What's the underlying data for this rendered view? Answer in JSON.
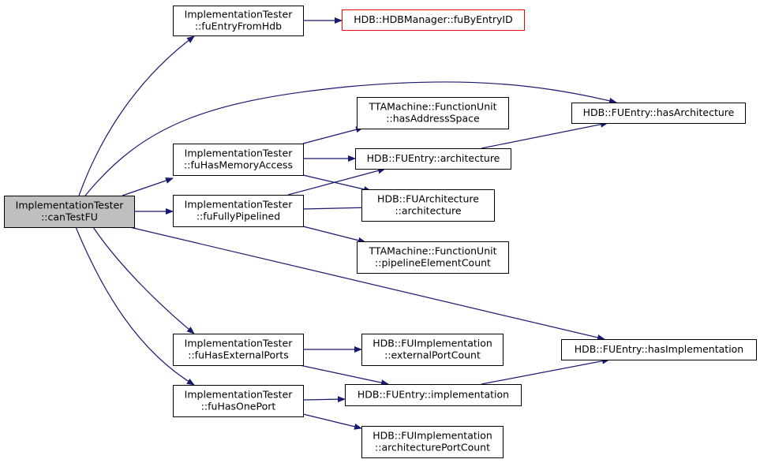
{
  "colors": {
    "edge": "#191970",
    "node_border": "#000000",
    "node_fill": "#ffffff",
    "root_fill": "#bfbfbf",
    "undocumented_border": "#ff0000"
  },
  "nodes": [
    {
      "id": "canTestFU",
      "lines": [
        "ImplementationTester",
        "::canTestFU"
      ],
      "style": "root"
    },
    {
      "id": "fuEntryFromHdb",
      "lines": [
        "ImplementationTester",
        "::fuEntryFromHdb"
      ],
      "style": "normal"
    },
    {
      "id": "fuByEntryID",
      "lines": [
        "HDB::HDBManager::fuByEntryID"
      ],
      "style": "undocumented"
    },
    {
      "id": "hasArchitecture",
      "lines": [
        "HDB::FUEntry::hasArchitecture"
      ],
      "style": "normal"
    },
    {
      "id": "fuHasMemoryAccess",
      "lines": [
        "ImplementationTester",
        "::fuHasMemoryAccess"
      ],
      "style": "normal"
    },
    {
      "id": "hasAddressSpace",
      "lines": [
        "TTAMachine::FunctionUnit",
        "::hasAddressSpace"
      ],
      "style": "normal"
    },
    {
      "id": "entryArchitecture",
      "lines": [
        "HDB::FUEntry::architecture"
      ],
      "style": "normal"
    },
    {
      "id": "fuFullyPipelined",
      "lines": [
        "ImplementationTester",
        "::fuFullyPipelined"
      ],
      "style": "normal"
    },
    {
      "id": "fuArchArchitecture",
      "lines": [
        "HDB::FUArchitecture",
        "::architecture"
      ],
      "style": "normal"
    },
    {
      "id": "pipelineElementCount",
      "lines": [
        "TTAMachine::FunctionUnit",
        "::pipelineElementCount"
      ],
      "style": "normal"
    },
    {
      "id": "fuHasExternalPorts",
      "lines": [
        "ImplementationTester",
        "::fuHasExternalPorts"
      ],
      "style": "normal"
    },
    {
      "id": "externalPortCount",
      "lines": [
        "HDB::FUImplementation",
        "::externalPortCount"
      ],
      "style": "normal"
    },
    {
      "id": "hasImplementation",
      "lines": [
        "HDB::FUEntry::hasImplementation"
      ],
      "style": "normal"
    },
    {
      "id": "fuHasOnePort",
      "lines": [
        "ImplementationTester",
        "::fuHasOnePort"
      ],
      "style": "normal"
    },
    {
      "id": "implementation",
      "lines": [
        "HDB::FUEntry::implementation"
      ],
      "style": "normal"
    },
    {
      "id": "architecturePortCount",
      "lines": [
        "HDB::FUImplementation",
        "::architecturePortCount"
      ],
      "style": "normal"
    }
  ],
  "edges": [
    {
      "from": "canTestFU",
      "to": "fuEntryFromHdb"
    },
    {
      "from": "canTestFU",
      "to": "hasArchitecture"
    },
    {
      "from": "canTestFU",
      "to": "fuHasMemoryAccess"
    },
    {
      "from": "canTestFU",
      "to": "fuFullyPipelined"
    },
    {
      "from": "canTestFU",
      "to": "hasImplementation"
    },
    {
      "from": "canTestFU",
      "to": "fuHasExternalPorts"
    },
    {
      "from": "canTestFU",
      "to": "fuHasOnePort"
    },
    {
      "from": "fuEntryFromHdb",
      "to": "fuByEntryID"
    },
    {
      "from": "fuHasMemoryAccess",
      "to": "hasAddressSpace"
    },
    {
      "from": "fuHasMemoryAccess",
      "to": "entryArchitecture"
    },
    {
      "from": "fuHasMemoryAccess",
      "to": "fuArchArchitecture"
    },
    {
      "from": "fuFullyPipelined",
      "to": "entryArchitecture"
    },
    {
      "from": "fuFullyPipelined",
      "to": "fuArchArchitecture"
    },
    {
      "from": "fuFullyPipelined",
      "to": "pipelineElementCount"
    },
    {
      "from": "entryArchitecture",
      "to": "hasArchitecture"
    },
    {
      "from": "fuHasExternalPorts",
      "to": "externalPortCount"
    },
    {
      "from": "fuHasExternalPorts",
      "to": "implementation"
    },
    {
      "from": "fuHasOnePort",
      "to": "implementation"
    },
    {
      "from": "fuHasOnePort",
      "to": "architecturePortCount"
    },
    {
      "from": "implementation",
      "to": "hasImplementation"
    }
  ]
}
